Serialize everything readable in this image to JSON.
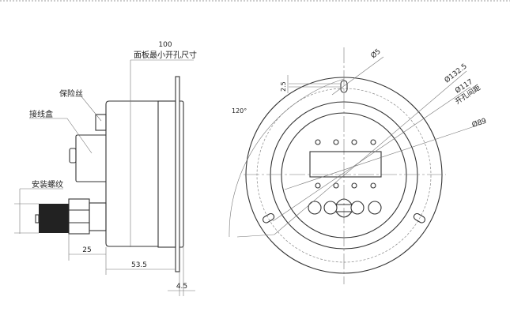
{
  "side_view": {
    "dim_panel_cutout_value": "100",
    "dim_panel_cutout_label": "面板最小开孔尺寸",
    "label_fuse": "保险丝",
    "label_junction_box": "接线盒",
    "label_mount_thread": "安装螺纹",
    "dim_thread_length": "25",
    "dim_depth": "53.5",
    "dim_flange_thickness": "4.5"
  },
  "front_view": {
    "dim_angle": "120°",
    "dim_hole": "Ø5",
    "dim_offset": "2.5",
    "dim_outer": "Ø132.5",
    "dim_hole_pitch": "Ø117",
    "label_hole_pitch": "开孔间距",
    "dim_body": "Ø89"
  }
}
